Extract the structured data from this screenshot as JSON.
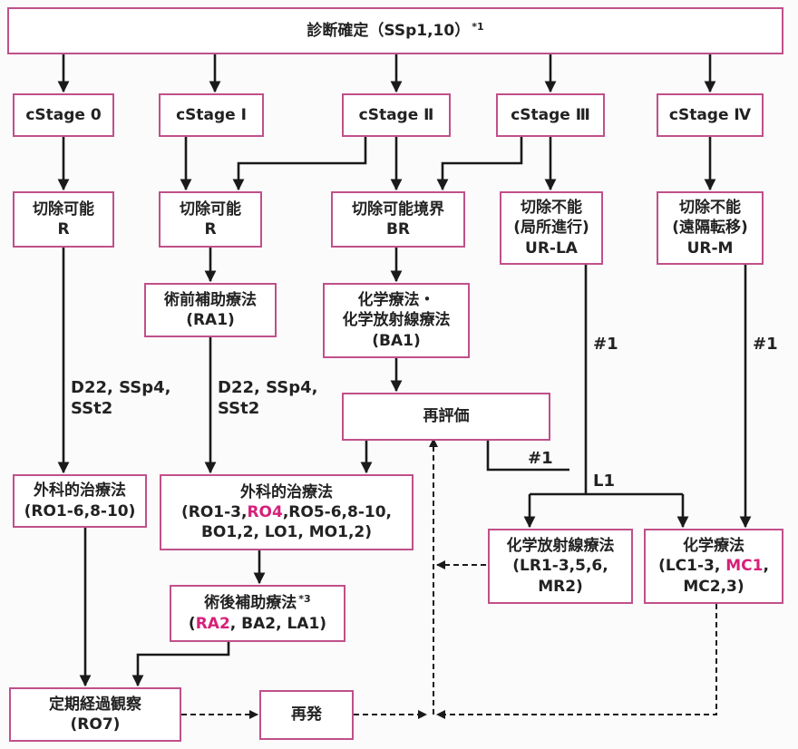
{
  "diagnosis": {
    "text": "診断確定（SSp1,10）",
    "note": "*1"
  },
  "stages": [
    {
      "name": "cStage 0"
    },
    {
      "name": "cStage Ⅰ"
    },
    {
      "name": "cStage Ⅱ"
    },
    {
      "name": "cStage Ⅲ"
    },
    {
      "name": "cStage Ⅳ"
    }
  ],
  "resectability": [
    {
      "line1": "切除可能",
      "line2": "R"
    },
    {
      "line1": "切除可能",
      "line2": "R"
    },
    {
      "line1": "切除可能境界",
      "line2": "BR"
    },
    {
      "line1": "切除不能",
      "line2": "(局所進行)",
      "line3": "UR-LA"
    },
    {
      "line1": "切除不能",
      "line2": "(遠隔転移)",
      "line3": "UR-M"
    }
  ],
  "neoadjuvant": {
    "line1": "術前補助療法",
    "line2": "(RA1)"
  },
  "chemo_radio": {
    "line1": "化学療法・",
    "line2": "化学放射線療法",
    "line3": "(BA1)"
  },
  "reevaluation": {
    "text": "再評価"
  },
  "surgery_left": {
    "line1": "外科的治療法",
    "line2": "(RO1-6,8-10)"
  },
  "surgery_center": {
    "line1": "外科的治療法",
    "line2_a": "(RO1-3,",
    "line2_hl": "RO4",
    "line2_b": ",RO5-6,8-10,",
    "line3": "BO1,2, LO1, MO1,2)"
  },
  "adjuvant": {
    "line1": "術後補助療法",
    "note": "*3",
    "line2_hl": "RA2",
    "line2_b": ", BA2, LA1)",
    "line2_open": "("
  },
  "chemoradiation": {
    "line1": "化学放射線療法",
    "line2": "(LR1-3,5,6,",
    "line3": "MR2)"
  },
  "chemotherapy": {
    "line1": "化学療法",
    "line2_a": "(LC1-3, ",
    "line2_hl": "MC1",
    "line2_b": ",",
    "line3": "MC2,3)"
  },
  "followup": {
    "line1": "定期経過観察",
    "line2": "(RO7)"
  },
  "recurrence": {
    "text": "再発"
  },
  "labels": {
    "left_refs_1": "D22, SSp4,",
    "left_refs_2": "SSt2",
    "center_refs_1": "D22, SSp4,",
    "center_refs_2": "SSt2",
    "hash1_la": "#1",
    "hash1_m": "#1",
    "hash1_re": "#1",
    "l1": "L1"
  },
  "colors": {
    "border": "#c0508a",
    "highlight": "#d6217a",
    "line": "#1a1a1a"
  }
}
